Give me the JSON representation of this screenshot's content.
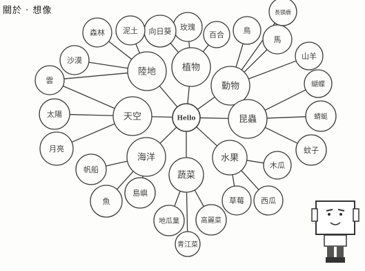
{
  "page": {
    "title": "關於 · 想像"
  },
  "center": {
    "label": "Hello"
  },
  "nodes": {
    "plants": "植物",
    "animals": "動物",
    "land": "陸地",
    "sky": "天空",
    "ocean": "海洋",
    "vegetables": "蔬菜",
    "fruit": "水果",
    "insects": "昆蟲",
    "rose": "玫瑰",
    "lily": "百合",
    "sunflower": "向日葵",
    "clay": "泥土",
    "forest": "森林",
    "sand": "沙漠",
    "cloud": "雲",
    "sun": "太陽",
    "moon": "月亮",
    "ship": "帆船",
    "fish": "魚",
    "island": "島嶼",
    "sweet_potato": "地瓜葉",
    "greens": "青江菜",
    "spinach": "高麗菜",
    "strawberry": "草莓",
    "watermelon": "西瓜",
    "papaya": "木瓜",
    "mosquito": "蚊子",
    "dragonfly": "蜻蜓",
    "butterfly": "蝴蝶",
    "goat": "山羊",
    "horse": "馬",
    "bird": "鳥",
    "giraffe": "長頸鹿"
  },
  "colors": {
    "line": "#3a3a3a",
    "paper": "#fdfdfc",
    "ink": "#333333"
  }
}
